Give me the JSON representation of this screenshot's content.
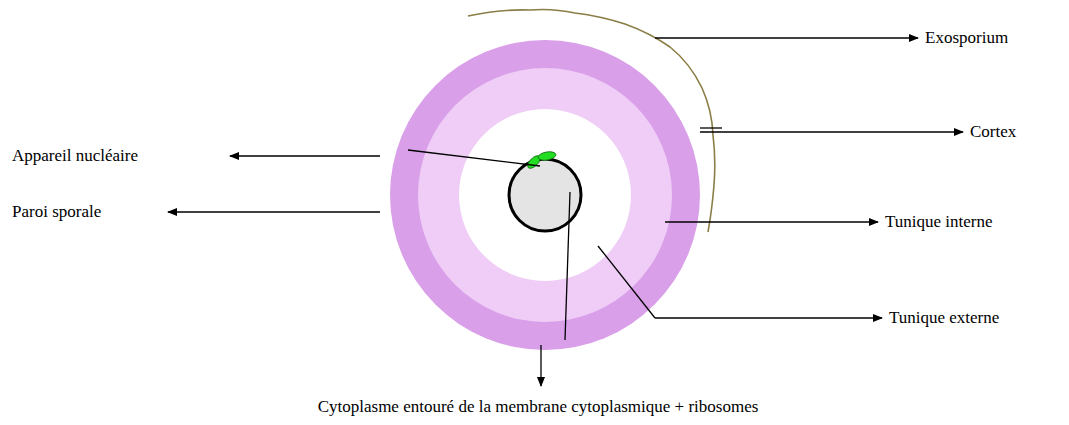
{
  "diagram": {
    "labels": [
      "Exosporium",
      "Appareil nucléaire",
      "Cortex",
      "Paroi sporale",
      "Tunique interne",
      "Tunique externe",
      "Cytoplasme entouré de la membrane cytoplasmique + ribosomes"
    ]
  }
}
